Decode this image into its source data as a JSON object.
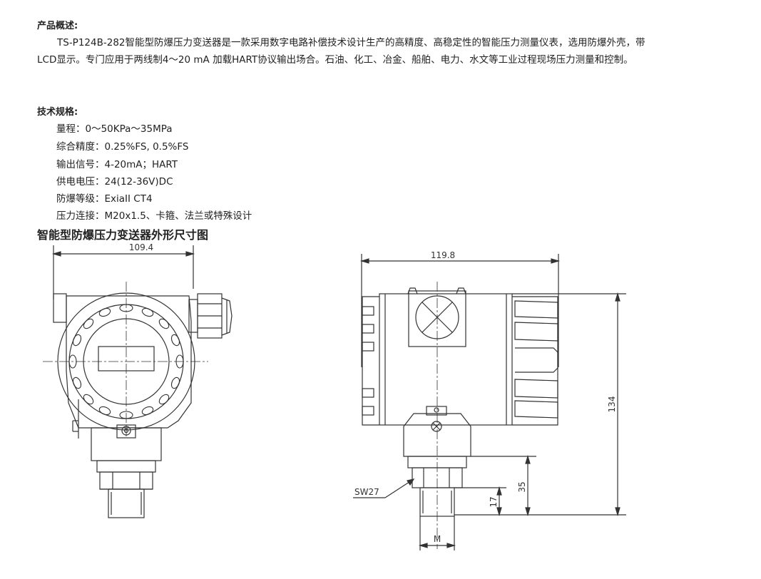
{
  "overview": {
    "heading": "产品概述:",
    "line1": "TS-P124B-282智能型防爆压力变送器是一款采用数字电路补偿技术设计生产的高精度、高稳定性的智能压力测量仪表，选用防爆外壳，带",
    "line2": "LCD显示。专门应用于两线制4～20 mA 加载HART协议输出场合。石油、化工、冶金、船舶、电力、水文等工业过程现场压力测量和控制。"
  },
  "specs": {
    "heading": "技术规格:",
    "items": [
      "量程：0～50KPa～35MPa",
      "综合精度：0.25%FS, 0.5%FS",
      "输出信号：4-20mA；HART",
      "供电电压：24(12-36V)DC",
      "防爆等级：ExiaII CT4",
      "压力连接：M20x1.5、卡箍、法兰或特殊设计"
    ]
  },
  "drawing": {
    "title": "智能型防爆压力变送器外形尺寸图",
    "dim_front_width": "109.4",
    "dim_side_width": "119.8",
    "dim_height": "134",
    "dim_35": "35",
    "dim_17": "17",
    "label_sw": "SW27",
    "label_m": "M"
  }
}
